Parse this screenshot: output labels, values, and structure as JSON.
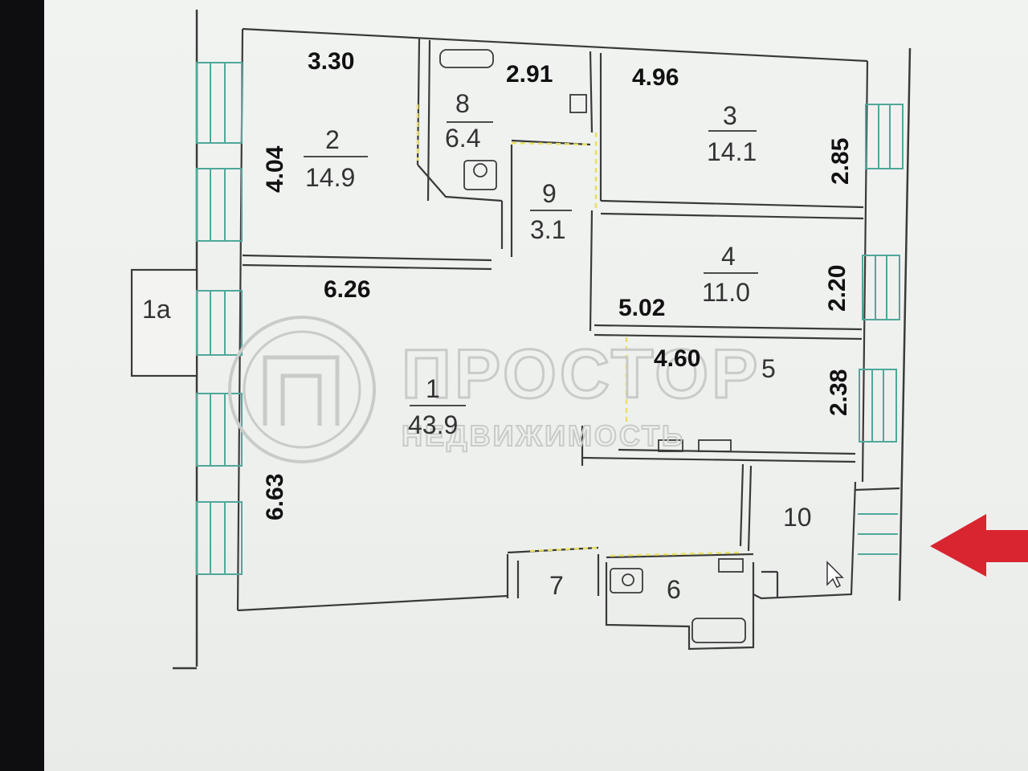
{
  "plan": {
    "rooms": [
      {
        "id": "room-1",
        "number": "1",
        "area": "43.9"
      },
      {
        "id": "room-1a",
        "number": "1a",
        "area": ""
      },
      {
        "id": "room-2",
        "number": "2",
        "area": "14.9"
      },
      {
        "id": "room-3",
        "number": "3",
        "area": "14.1"
      },
      {
        "id": "room-4",
        "number": "4",
        "area": "11.0"
      },
      {
        "id": "room-5",
        "number": "5",
        "area": ""
      },
      {
        "id": "room-6",
        "number": "6",
        "area": ""
      },
      {
        "id": "room-7",
        "number": "7",
        "area": ""
      },
      {
        "id": "room-8",
        "number": "8",
        "area": "6.4"
      },
      {
        "id": "room-9",
        "number": "9",
        "area": "3.1"
      },
      {
        "id": "room-10",
        "number": "10",
        "area": ""
      }
    ],
    "dimensions": {
      "room2_width": "3.30",
      "room2_height": "4.04",
      "room8_width": "2.91",
      "room3_width": "4.96",
      "room3_height": "2.85",
      "room1_width": "6.26",
      "room1_height": "6.63",
      "room4_width": "5.02",
      "room4_height": "2.20",
      "room5_width": "4.60",
      "room5_height": "2.38"
    }
  },
  "watermark": {
    "brand": "ПРОСТОР",
    "tagline": "НЕДВИЖИМОСТЬ"
  },
  "colors": {
    "wall": "#3a3a3a",
    "window": "#4fa89a",
    "door_yellow": "#e8e060",
    "arrow": "#d9252f",
    "watermark": "#c9cbc9"
  }
}
